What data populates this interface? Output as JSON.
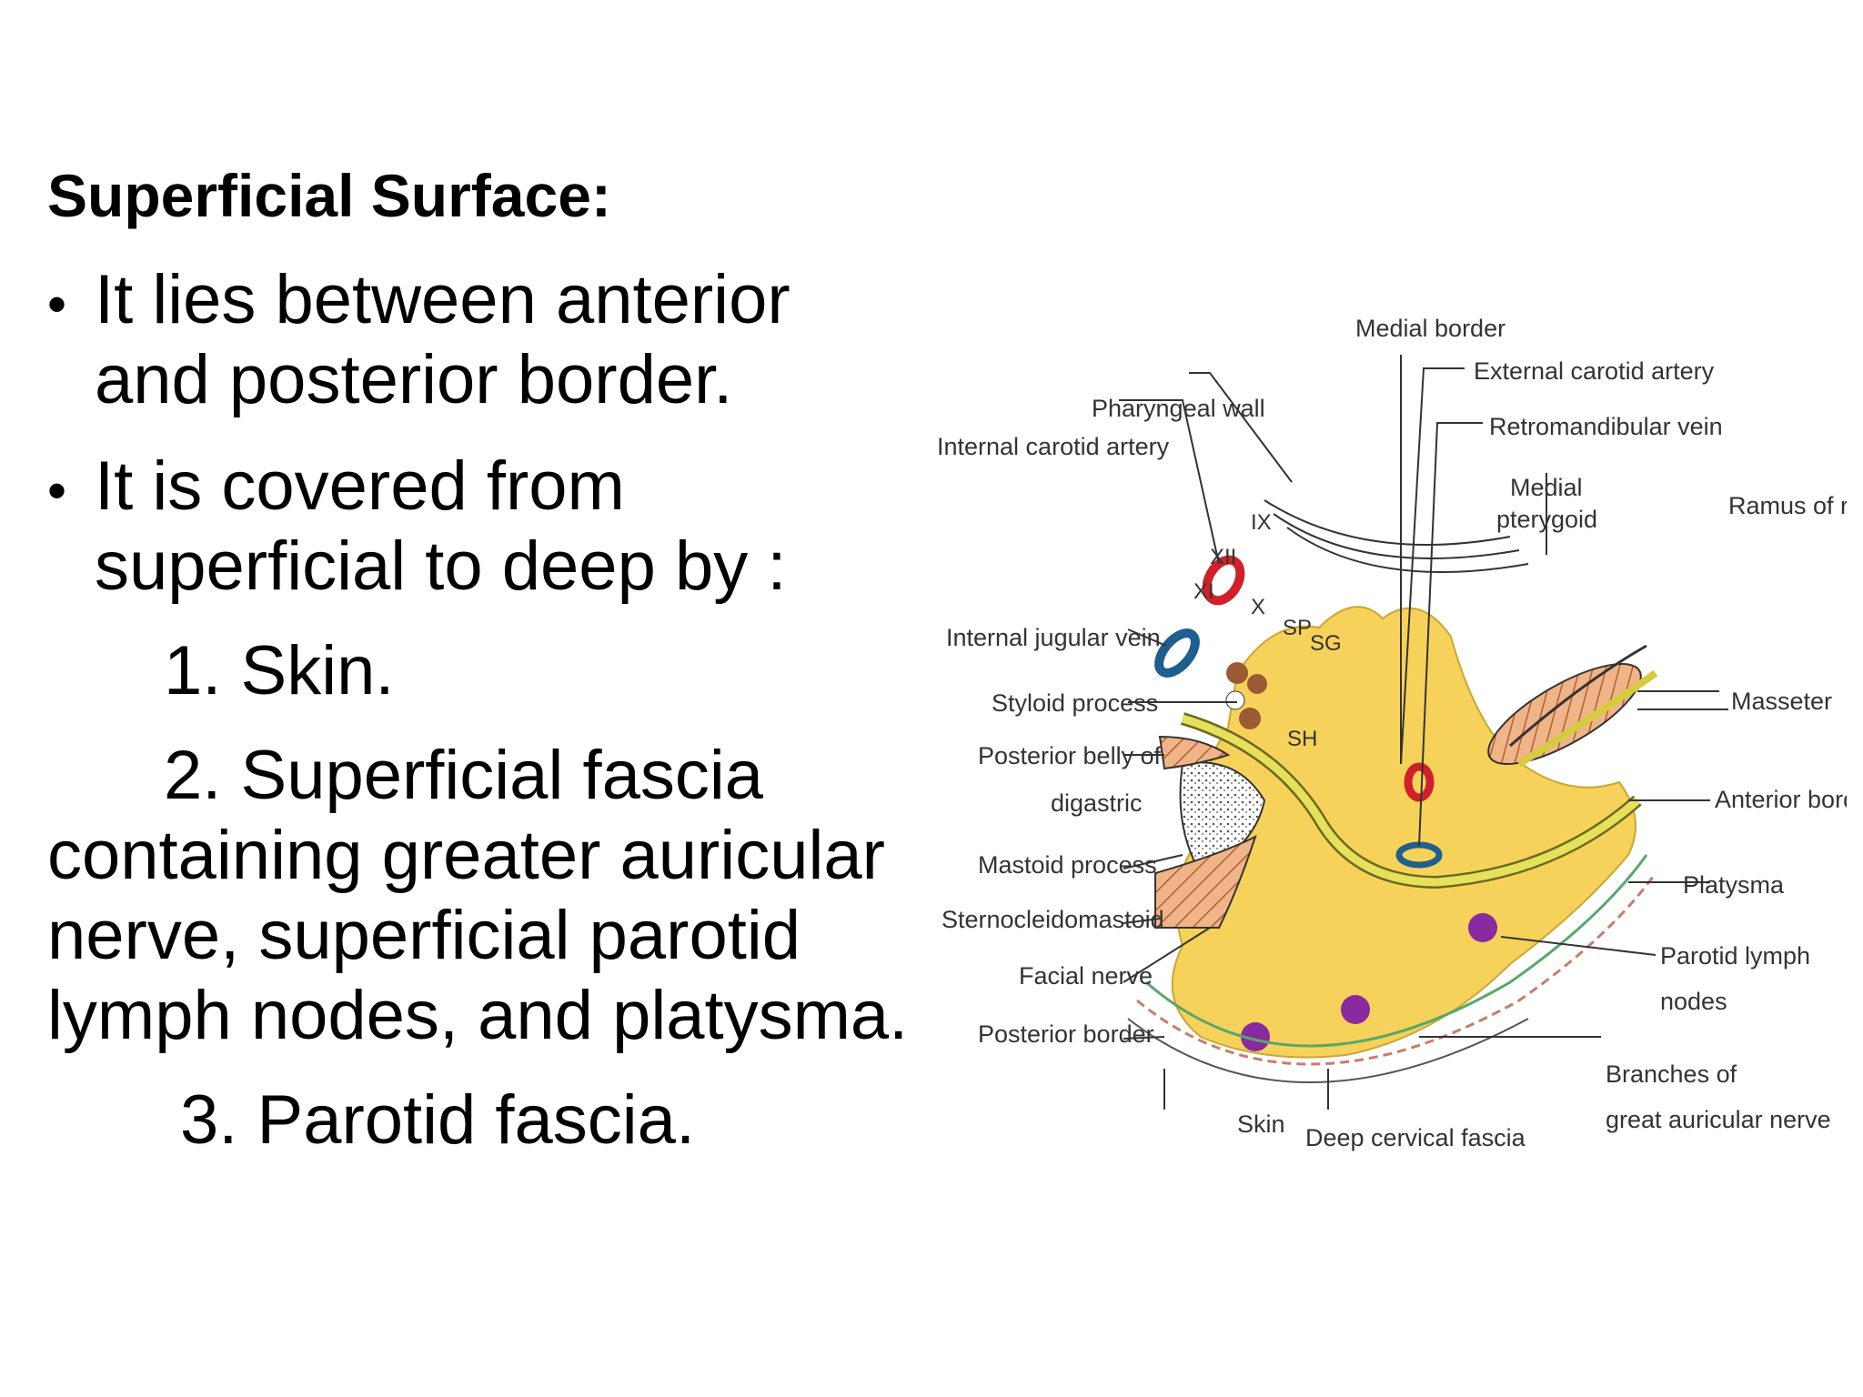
{
  "slide": {
    "heading": "Superficial Surface:",
    "bullets": [
      {
        "line1": "It lies between anterior",
        "line2": "and posterior border."
      },
      {
        "line1": "It is covered from",
        "line2": "superficial to deep by :"
      }
    ],
    "items": [
      {
        "text": "1. Skin."
      },
      {
        "first": "2. Superficial fascia",
        "lines": [
          "containing  greater auricular",
          "nerve, superficial parotid",
          "lymph nodes, and platysma."
        ]
      },
      {
        "text": "3. Parotid fascia."
      }
    ]
  },
  "diagram": {
    "labels": {
      "medial_border": "Medial border",
      "external_carotid": "External carotid artery",
      "retromandibular": "Retromandibular vein",
      "pharyngeal_wall": "Pharyngeal wall",
      "internal_carotid": "Internal carotid artery",
      "medial_pterygoid_1": "Medial",
      "medial_pterygoid_2": "pterygoid",
      "ramus": "Ramus of r",
      "internal_jugular": "Internal jugular vein",
      "styloid": "Styloid process",
      "masseter": "Masseter",
      "posterior_belly_1": "Posterior belly of",
      "posterior_belly_2": "digastric",
      "anterior_border": "Anterior border",
      "mastoid": "Mastoid process",
      "platysma": "Platysma",
      "sternocleidomastoid": "Sternocleidomastoid",
      "parotid_lymph_1": "Parotid lymph",
      "parotid_lymph_2": "nodes",
      "facial_nerve": "Facial nerve",
      "posterior_border": "Posterior border",
      "branches_1": "Branches of",
      "branches_2": "great auricular nerve",
      "skin": "Skin",
      "deep_cervical": "Deep cervical fascia",
      "ix": "IX",
      "xii": "XII",
      "xi": "XI",
      "x": "X",
      "sp": "SP",
      "sg": "SG",
      "sh": "SH"
    },
    "colors": {
      "gland": "#f7d25a",
      "artery": "#d0202a",
      "vein": "#1f5f8f",
      "muscle": "#e8a274",
      "node": "#8a2aa0",
      "nerve": "#e6e05a"
    }
  }
}
